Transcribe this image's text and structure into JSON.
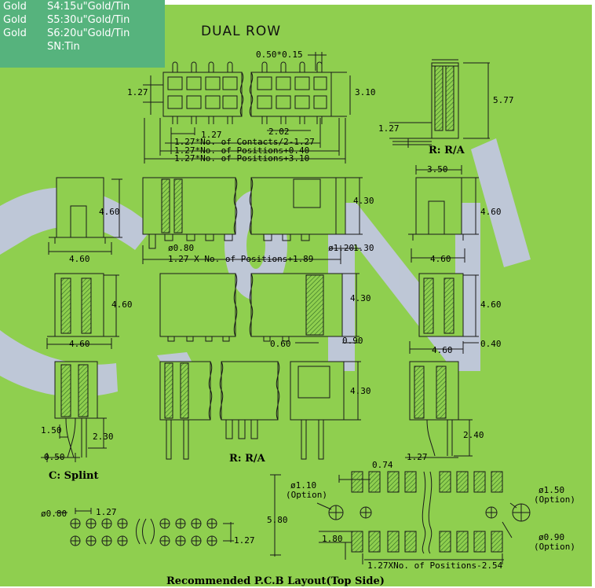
{
  "plating": {
    "left_col": [
      "Gold",
      "Gold",
      "Gold"
    ],
    "right_col": [
      "S4:15u\"Gold/Tin",
      "S5:30u\"Gold/Tin",
      "S6:20u\"Gold/Tin",
      "SN:Tin"
    ]
  },
  "title": "DUAL ROW",
  "dims": {
    "pitch_top": "0.50*0.15",
    "row_pitch": "1.27",
    "height_310": "3.10",
    "pitch_a": "1.27",
    "pitch_b": "2.02",
    "formula1": "1.27*No. of Contacts/2-1.27",
    "formula2": "1.27*No. of Positions+0.40",
    "formula3": "1.27*No. of Positions+3.10",
    "ra_height": "5.77",
    "ra_offset": "1.27",
    "w460_a": "4.60",
    "h460_a": "4.60",
    "peg": "ø0.80",
    "formula4": "1.27 X No. of Positions+1.89",
    "h430_a": "4.30",
    "hole120": "ø1.20",
    "d130": "1.30",
    "w350": "3.50",
    "h460_b": "4.60",
    "w460_b": "4.60",
    "h460_c": "4.60",
    "w460_c": "4.60",
    "h430_b": "4.30",
    "d060": "0.60",
    "d090": "0.90",
    "h460_d": "4.60",
    "w460_d": "4.60",
    "d040": "0.40",
    "h430_c": "4.30",
    "d150": "1.50",
    "d230": "2.30",
    "d050": "0.50",
    "d240": "2.40",
    "pcb_pitch_a": "1.27",
    "pcb_074": "0.74",
    "pcb_127": "1.27",
    "pcb_110": "ø1.10",
    "pcb_option1": "(Option)",
    "pcb_150": "ø1.50",
    "pcb_option2": "(Option)",
    "pcb_580": "5.80",
    "pcb_180": "1.80",
    "pcb_090": "ø0.90",
    "pcb_option3": "(Option)",
    "pcb_formula": "1.27XNo. of Positions-2.54",
    "hole_080": "ø0.80",
    "hole_pitch": "1.27",
    "hole_row": "1.27"
  },
  "labels": {
    "ra1": "R: R/A",
    "ra2": "R: R/A",
    "splint": "C: Splint",
    "pcb_title": "Recommended P.C.B Layout(Top Side)"
  },
  "colors": {
    "background": "#8fcf4f",
    "plating_box": "#56b37d",
    "watermark": "#c7c6ee",
    "hatch": "#2f6b21"
  }
}
